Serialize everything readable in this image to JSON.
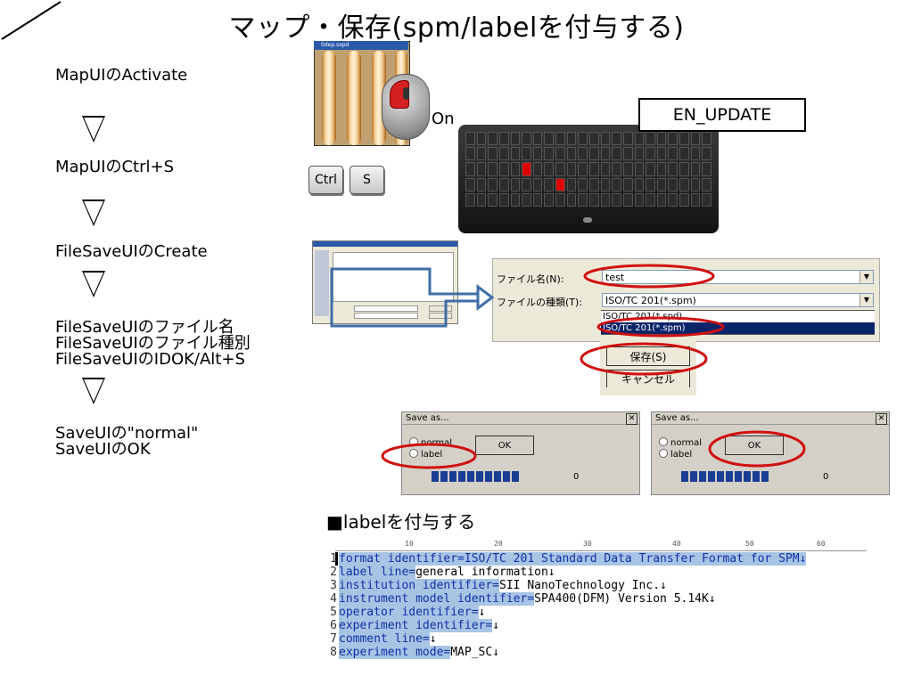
{
  "title": "マップ・保存(spm/labelを付与する)",
  "flow": {
    "step1": "MapUIのActivate",
    "step2": "MapUIのCtrl+S",
    "step3": "FileSaveUIのCreate",
    "step4_line1": "FileSaveUIのファイル名",
    "step4_line2": "FileSaveUIのファイル種別",
    "step4_line3": "FileSaveUIのIDOK/Alt+S",
    "step5_line1": "SaveUIの\"normal\"",
    "step5_line2": "SaveUIのOK"
  },
  "map_window": {
    "title": "0dep.sxpd"
  },
  "mouse_label": "On",
  "keys": {
    "ctrl": "Ctrl",
    "s": "S"
  },
  "callout": "EN_UPDATE",
  "file_dialog": {
    "filename_label": "ファイル名(N):",
    "filename_value": "test",
    "filetype_label": "ファイルの種類(T):",
    "filetype_value": "ISO/TC 201(*.spm)",
    "options": [
      "ISO/TC 201(*.spd)",
      "ISO/TC 201(*.spm)"
    ],
    "save_button": "保存(S)",
    "cancel_button": "キャンセル"
  },
  "save_dialogs": [
    {
      "title": "Save as...",
      "radio_normal": "normal",
      "radio_label": "label",
      "ok": "OK",
      "progress_value": "0"
    },
    {
      "title": "Save as...",
      "radio_normal": "normal",
      "radio_label": "label",
      "ok": "OK",
      "progress_value": "0"
    }
  ],
  "section_label": "■labelを付与する",
  "ruler_marks": [
    "10",
    "20",
    "30",
    "40",
    "50",
    "60"
  ],
  "code_lines": [
    {
      "n": "1",
      "key": "format identifier=",
      "val": "ISO/TC 201 Standard Data Transfer Format for SPM↓"
    },
    {
      "n": "2",
      "key": "label line=",
      "val": "general information↓"
    },
    {
      "n": "3",
      "key": "institution identifier=",
      "val": "SII NanoTechnology Inc.↓"
    },
    {
      "n": "4",
      "key": "instrument model identifier=",
      "val": "SPA400(DFM) Version 5.14K↓"
    },
    {
      "n": "5",
      "key": "operator identifier=",
      "val": "↓"
    },
    {
      "n": "6",
      "key": "experiment identifier=",
      "val": "↓"
    },
    {
      "n": "7",
      "key": "comment line=",
      "val": "↓"
    },
    {
      "n": "8",
      "key": "experiment mode=",
      "val": "MAP_SC↓"
    }
  ],
  "colors": {
    "highlight": "#d01010",
    "selection": "#0a246a",
    "progress": "#1a3e94",
    "code_highlight": "#a8c4e4"
  }
}
